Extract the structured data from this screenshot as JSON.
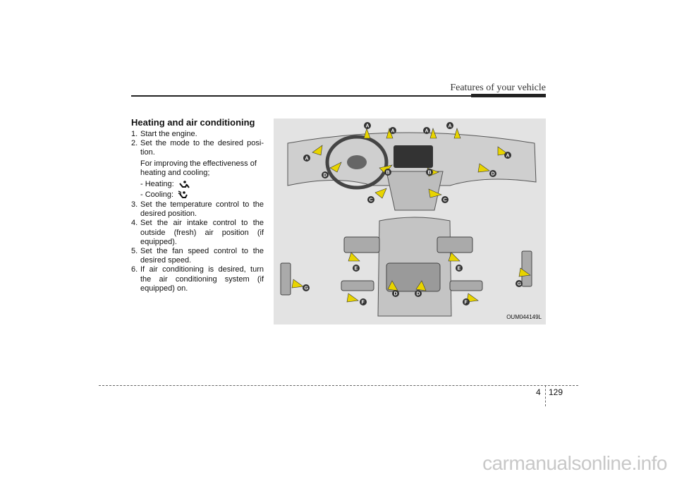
{
  "header": {
    "title": "Features of your vehicle"
  },
  "section": {
    "title": "Heating and air conditioning",
    "steps": [
      {
        "num": "1.",
        "text": "Start the engine."
      },
      {
        "num": "2.",
        "text": "Set the mode to the desired posi-tion."
      },
      {
        "num": "3.",
        "text": "Set the temperature control to the desired position."
      },
      {
        "num": "4.",
        "text": "Set the air intake control to the outside (fresh) air position (if equipped)."
      },
      {
        "num": "5.",
        "text": "Set the fan speed control to the desired speed."
      },
      {
        "num": "6.",
        "text": "If air conditioning is desired, turn the air conditioning system (if equipped) on."
      }
    ],
    "note": "For improving the effectiveness of heating and cooling;",
    "heating_label": "- Heating:",
    "cooling_label": "- Cooling:"
  },
  "figure": {
    "code": "OUM044149L",
    "vent_labels": [
      "A",
      "A",
      "A",
      "A",
      "A",
      "A",
      "B",
      "B",
      "C",
      "C",
      "D",
      "D",
      "D",
      "D",
      "E",
      "E",
      "F",
      "F",
      "G",
      "G"
    ]
  },
  "footer": {
    "chapter": "4",
    "page": "129"
  },
  "watermark": "carmanualsonline.info",
  "colors": {
    "arrow": "#e8d400",
    "figure_bg": "#e3e3e3",
    "label_bg": "#333333"
  }
}
